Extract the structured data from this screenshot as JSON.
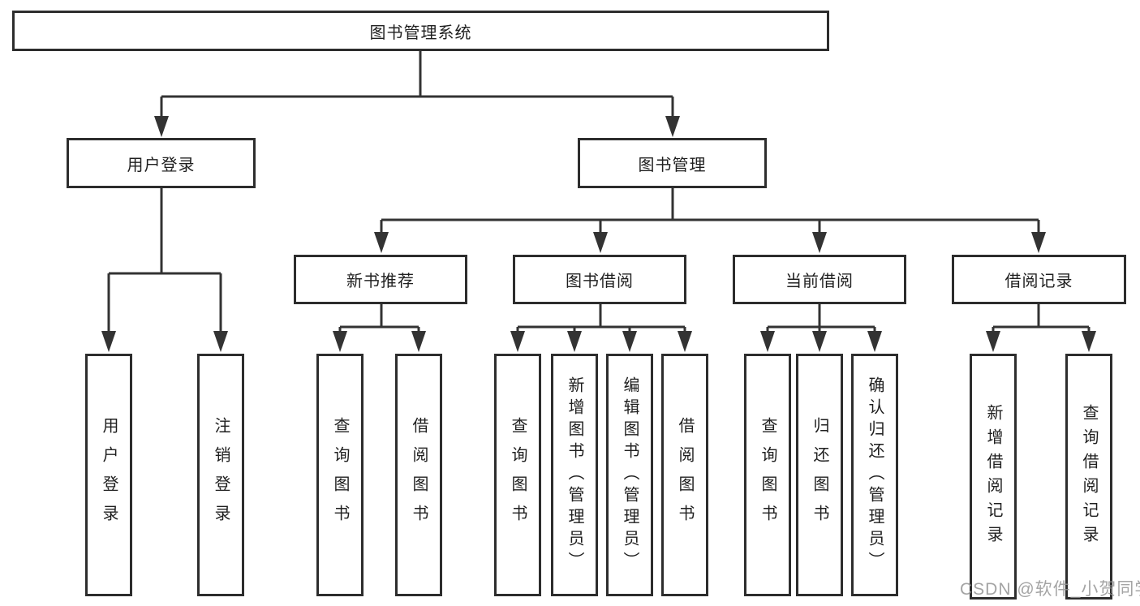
{
  "nodes": {
    "root": "图书管理系统",
    "user_login": "用户登录",
    "book_mgmt": "图书管理",
    "new_book_rec": "新书推荐",
    "book_borrow": "图书借阅",
    "current_borrow": "当前借阅",
    "borrow_records": "借阅记录",
    "leaf_user_login": "用户登录",
    "leaf_logout": "注销登录",
    "leaf_nbr_query": "查询图书",
    "leaf_nbr_borrow": "借阅图书",
    "leaf_bb_query": "查询图书",
    "leaf_bb_add": "新增图书（管理员）",
    "leaf_bb_edit": "编辑图书（管理员）",
    "leaf_bb_borrow": "借阅图书",
    "leaf_cb_query": "查询图书",
    "leaf_cb_return": "归还图书",
    "leaf_cb_confirm": "确认归还（管理员）",
    "leaf_br_add": "新增借阅记录",
    "leaf_br_query": "查询借阅记录"
  },
  "hierarchy": {
    "图书管理系统": [
      "用户登录",
      "图书管理"
    ],
    "用户登录": [
      "用户登录",
      "注销登录"
    ],
    "图书管理": [
      "新书推荐",
      "图书借阅",
      "当前借阅",
      "借阅记录"
    ],
    "新书推荐": [
      "查询图书",
      "借阅图书"
    ],
    "图书借阅": [
      "查询图书",
      "新增图书（管理员）",
      "编辑图书（管理员）",
      "借阅图书"
    ],
    "当前借阅": [
      "查询图书",
      "归还图书",
      "确认归还（管理员）"
    ],
    "借阅记录": [
      "新增借阅记录",
      "查询借阅记录"
    ]
  },
  "watermark": "CSDN @软件_小贺同学",
  "colors": {
    "line": "#333333",
    "box_border": "#2d2d2d",
    "text": "#1f1f1f",
    "watermark": "#949494",
    "background": "#ffffff"
  }
}
